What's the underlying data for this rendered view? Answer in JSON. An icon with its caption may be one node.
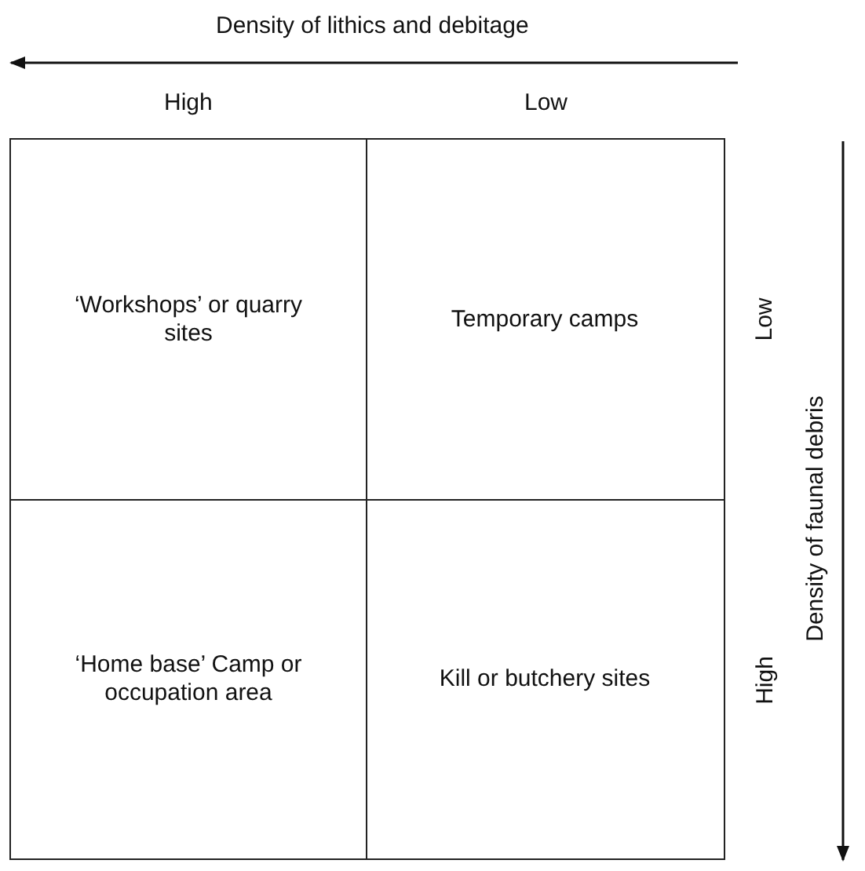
{
  "diagram": {
    "nodes": [
      {
        "text": [
          "‘Workshops’ or quarry sites"
        ]
      },
      {
        "text": [
          "Temporary camps"
        ]
      },
      {
        "text": [
          "‘Home base’ Camp or occupation area"
        ]
      },
      {
        "text": [
          "Kill or butchery sites"
        ]
      }
    ],
    "edges": [],
    "labels": [
      "Density of lithics and debitage",
      "High",
      "Low",
      "Low",
      "High",
      "Density of faunal debris"
    ]
  }
}
